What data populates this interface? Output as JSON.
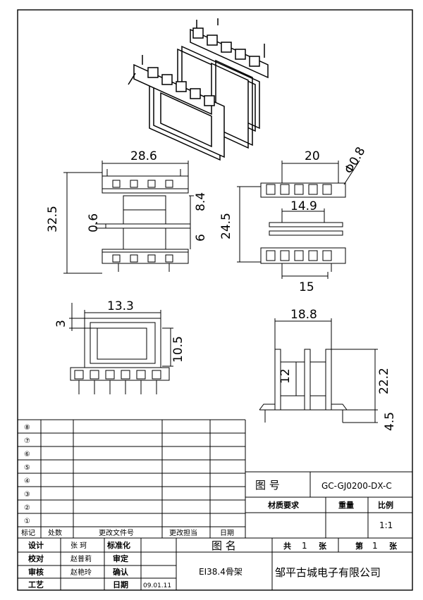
{
  "dimensions": {
    "front_width": "28.6",
    "front_height": "32.5",
    "front_flange": "0.6",
    "front_right_top": "8.4",
    "front_right_bottom": "6",
    "top_span": "20",
    "pin_diameter": "Φ0.8",
    "top_inner": "14.9",
    "top_height": "24.5",
    "top_bottom": "15",
    "side_width": "13.3",
    "side_top": "3",
    "side_height": "10.5",
    "right_width": "18.8",
    "right_window": "12",
    "right_height": "22.2",
    "right_pin": "4.5"
  },
  "revisions": {
    "rows": [
      "⑧",
      "⑦",
      "⑥",
      "⑤",
      "④",
      "③",
      "②",
      "①"
    ],
    "header": {
      "mark": "标记",
      "place": "处数",
      "doc": "更改文件号",
      "person": "更改担当",
      "date": "日期"
    }
  },
  "title_block": {
    "drawing_no_label": "图 号",
    "drawing_no": "GC-GJ0200-DX-C",
    "material_label": "材质要求",
    "weight_label": "重量",
    "scale_label": "比例",
    "scale": "1:1",
    "name_label": "图 名",
    "name": "EI38.4骨架",
    "total_label": "共",
    "total": "1",
    "sheet_unit": "张",
    "sheet_label": "第",
    "sheet": "1",
    "sheet_unit2": "张",
    "company": "邹平古城电子有限公司",
    "roles": [
      {
        "role": "设计",
        "name": "张 珂",
        "role2": "标准化",
        "value2": ""
      },
      {
        "role": "校对",
        "name": "赵普莉",
        "role2": "审定",
        "value2": ""
      },
      {
        "role": "审核",
        "name": "赵艳玲",
        "role2": "确认",
        "value2": ""
      },
      {
        "role": "工艺",
        "name": "",
        "role2": "日期",
        "value2": "09.01.11"
      }
    ]
  }
}
